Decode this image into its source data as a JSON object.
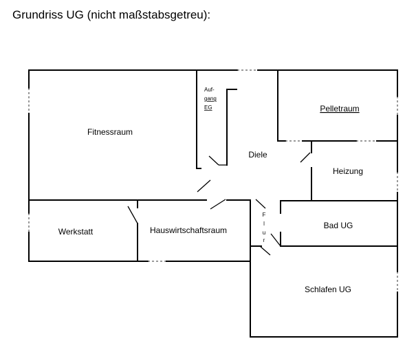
{
  "title": "Grundriss UG (nicht maßstabsgetreu):",
  "rooms": {
    "fitness": "Fitnessraum",
    "aufgang_1": "Auf-",
    "aufgang_2": "gang",
    "aufgang_3": "EG",
    "pellet": "Pelletraum",
    "diele": "Diele",
    "heizung": "Heizung",
    "werkstatt": "Werkstatt",
    "hwr": "Hauswirtschaftsraum",
    "bad": "Bad UG",
    "schlafen": "Schlafen UG",
    "flur": [
      "F",
      "l",
      "u",
      "r"
    ]
  }
}
